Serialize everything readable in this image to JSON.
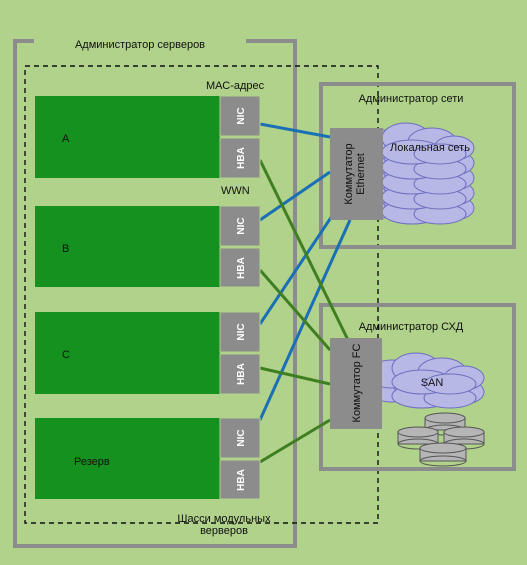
{
  "colors": {
    "background": "#b0d28a",
    "frame": "#8c8c8c",
    "server": "#14911e",
    "port": "#8c8c8c",
    "ethernet_link": "#1a6fb5",
    "fc_link": "#3f7f22",
    "cloud": "#b7b8e6",
    "cloud_edge": "#6e6fbf",
    "storage": "#b5b5b5"
  },
  "labels": {
    "server_admin": "Администратор серверов",
    "mac_address": "МАС-адрес",
    "wwn": "WWN",
    "network_admin": "Администратор сети",
    "lan": "Локальная сеть",
    "storage_admin": "Администратор СХД",
    "san": "SAN",
    "chassis_line1": "Шасси модульных",
    "chassis_line2": "верверов",
    "ethernet_switch_line1": "Коммутатор",
    "ethernet_switch_line2": "Ethernet",
    "fc_switch": "Коммутатор FC"
  },
  "ports": {
    "nic": "NIC",
    "hba": "HBA"
  },
  "servers": [
    {
      "name": "A"
    },
    {
      "name": "B"
    },
    {
      "name": "C"
    },
    {
      "name": "Резерв"
    }
  ]
}
